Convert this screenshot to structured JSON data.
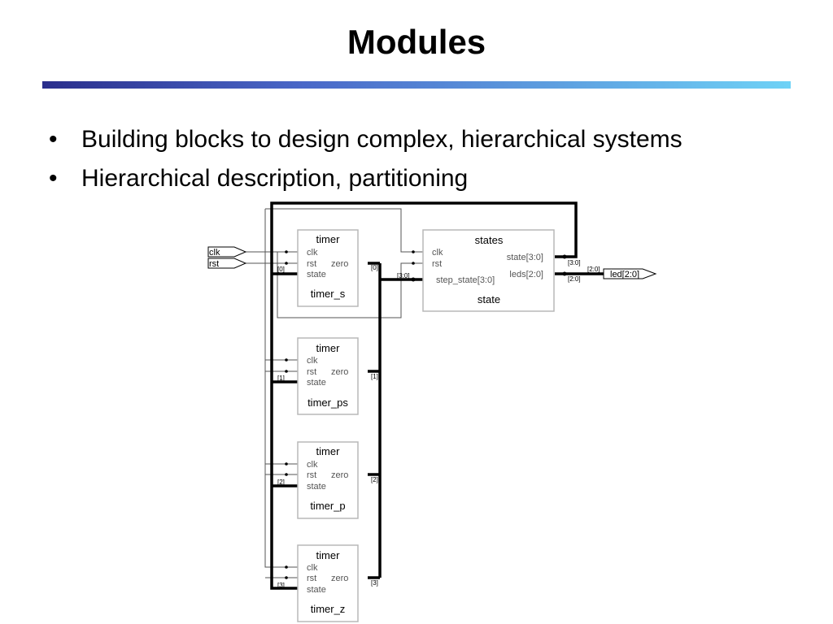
{
  "slide": {
    "title": "Modules",
    "bullets": [
      "Building blocks to design complex, hierarchical systems",
      "Hierarchical description, partitioning"
    ]
  },
  "diagram": {
    "inputs": [
      "clk",
      "rst"
    ],
    "output": "led[2:0]",
    "timer_ports": {
      "clk": "clk",
      "rst": "rst",
      "state": "state",
      "zero": "zero"
    },
    "timers": [
      {
        "type": "timer",
        "instance": "timer_s",
        "state_idx": "[0]",
        "zero_idx": "[0]"
      },
      {
        "type": "timer",
        "instance": "timer_ps",
        "state_idx": "[1]",
        "zero_idx": "[1]"
      },
      {
        "type": "timer",
        "instance": "timer_p",
        "state_idx": "[2]",
        "zero_idx": "[2]"
      },
      {
        "type": "timer",
        "instance": "timer_z",
        "state_idx": "[3]",
        "zero_idx": "[3]"
      }
    ],
    "states_module": {
      "type": "states",
      "instance": "state",
      "ports": {
        "clk": "clk",
        "rst": "rst",
        "step_state": "step_state[3:0]",
        "state": "state[3:0]",
        "leds": "leds[2:0]"
      },
      "bus_in": "[3:0]",
      "state_bus": "[3:0]",
      "leds_bus_top": "[2:0]",
      "leds_bus_bottom": "[2:0]"
    }
  }
}
